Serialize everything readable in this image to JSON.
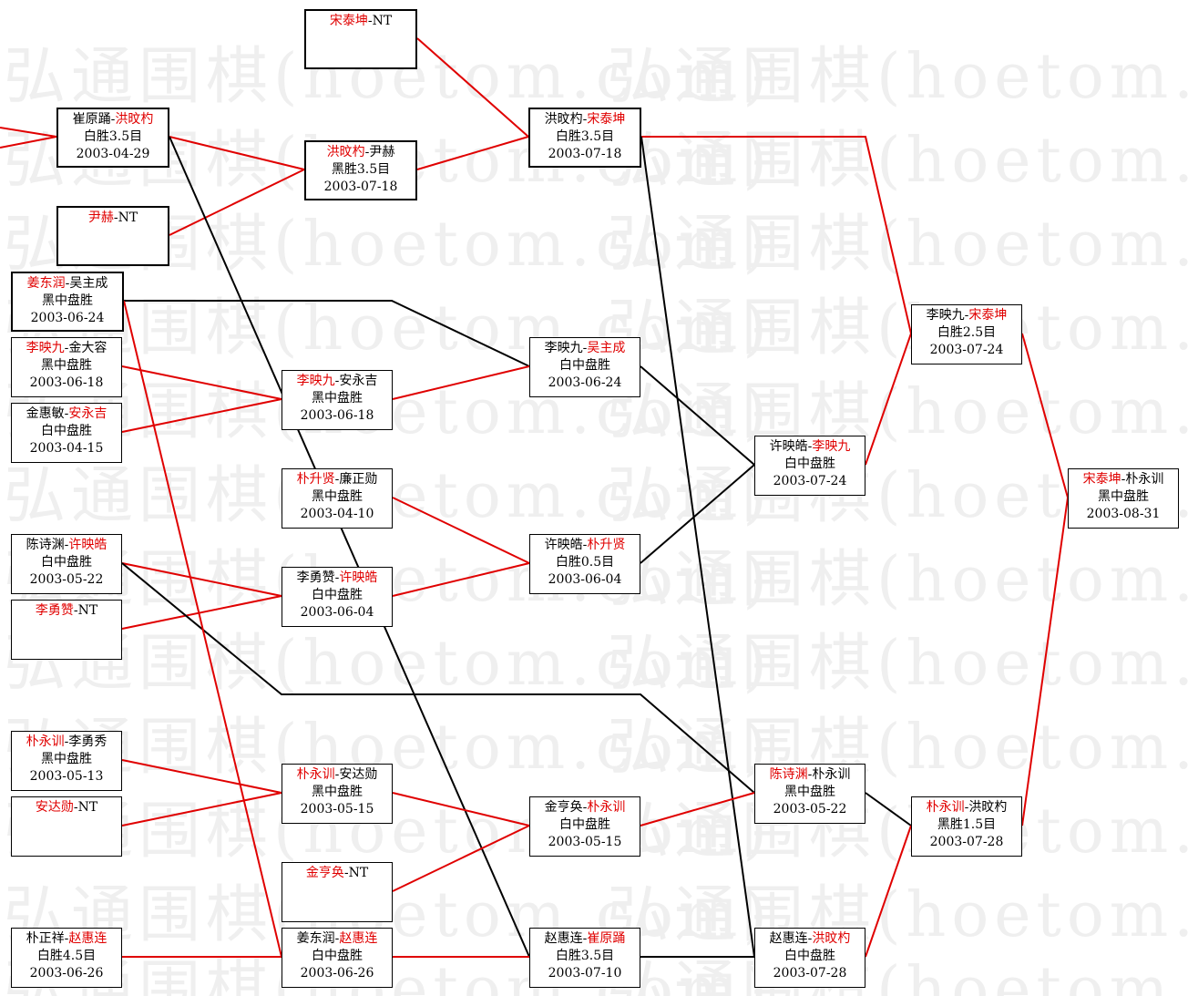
{
  "colors": {
    "winner": "#e00000",
    "loser": "#000000",
    "watermark": "#efefef"
  },
  "watermark": {
    "text": "弘通围棋(hoetom.com)"
  },
  "matches": [
    {
      "id": "m_song_nt",
      "thick": true,
      "p1": "宋泰坤",
      "sep": "-",
      "p2": "NT",
      "winner": 1,
      "result": "",
      "date": ""
    },
    {
      "id": "m_cui_hong",
      "thick": true,
      "p1": "崔原踊",
      "sep": "-",
      "p2": "洪旼杓",
      "winner": 2,
      "result": "白胜3.5目",
      "date": "2003-04-29"
    },
    {
      "id": "m_hong_yin",
      "thick": true,
      "p1": "洪旼杓",
      "sep": "-",
      "p2": "尹赫",
      "winner": 1,
      "result": "黑胜3.5目",
      "date": "2003-07-18"
    },
    {
      "id": "m_yin_nt",
      "thick": true,
      "p1": "尹赫",
      "sep": "-",
      "p2": "NT",
      "winner": 1,
      "result": "",
      "date": ""
    },
    {
      "id": "m_hong_song",
      "thick": true,
      "p1": "洪旼杓",
      "sep": "-",
      "p2": "宋泰坤",
      "winner": 2,
      "result": "白胜3.5目",
      "date": "2003-07-18"
    },
    {
      "id": "m_jiang_wu",
      "thick": true,
      "p1": "姜东润",
      "sep": "-",
      "p2": "吴主成",
      "winner": 1,
      "result": "黑中盘胜",
      "date": "2003-06-24"
    },
    {
      "id": "m_li_jin",
      "thick": false,
      "p1": "李映九",
      "sep": "-",
      "p2": "金大容",
      "winner": 1,
      "result": "黑中盘胜",
      "date": "2003-06-18"
    },
    {
      "id": "m_jinhm_an",
      "thick": false,
      "p1": "金惠敏",
      "sep": "-",
      "p2": "安永吉",
      "winner": 2,
      "result": "白中盘胜",
      "date": "2003-04-15"
    },
    {
      "id": "m_li_an",
      "thick": false,
      "p1": "李映九",
      "sep": "-",
      "p2": "安永吉",
      "winner": 1,
      "result": "黑中盘胜",
      "date": "2003-06-18"
    },
    {
      "id": "m_li_wu",
      "thick": false,
      "p1": "李映九",
      "sep": "-",
      "p2": "吴主成",
      "winner": 2,
      "result": "白中盘胜",
      "date": "2003-06-24"
    },
    {
      "id": "m_pu_lian",
      "thick": false,
      "p1": "朴升贤",
      "sep": "-",
      "p2": "廉正勋",
      "winner": 1,
      "result": "黑中盘胜",
      "date": "2003-04-10"
    },
    {
      "id": "m_chen_xu",
      "thick": false,
      "p1": "陈诗渊",
      "sep": "-",
      "p2": "许映皓",
      "winner": 2,
      "result": "白中盘胜",
      "date": "2003-05-22"
    },
    {
      "id": "m_liyz_nt",
      "thick": false,
      "p1": "李勇赞",
      "sep": "-",
      "p2": "NT",
      "winner": 1,
      "result": "",
      "date": ""
    },
    {
      "id": "m_liyz_xu",
      "thick": false,
      "p1": "李勇赞",
      "sep": "-",
      "p2": "许映皓",
      "winner": 2,
      "result": "白中盘胜",
      "date": "2003-06-04"
    },
    {
      "id": "m_xu_pu",
      "thick": false,
      "p1": "许映皓",
      "sep": "-",
      "p2": "朴升贤",
      "winner": 2,
      "result": "白胜0.5目",
      "date": "2003-06-04"
    },
    {
      "id": "m_xu_li",
      "thick": false,
      "p1": "许映皓",
      "sep": "-",
      "p2": "李映九",
      "winner": 2,
      "result": "白中盘胜",
      "date": "2003-07-24"
    },
    {
      "id": "m_li_song",
      "thick": false,
      "p1": "李映九",
      "sep": "-",
      "p2": "宋泰坤",
      "winner": 2,
      "result": "白胜2.5目",
      "date": "2003-07-24"
    },
    {
      "id": "m_final",
      "thick": false,
      "p1": "宋泰坤",
      "sep": "-",
      "p2": "朴永训",
      "winner": 1,
      "result": "黑中盘胜",
      "date": "2003-08-31"
    },
    {
      "id": "m_puyx_li",
      "thick": false,
      "p1": "朴永训",
      "sep": "-",
      "p2": "李勇秀",
      "winner": 1,
      "result": "黑中盘胜",
      "date": "2003-05-13"
    },
    {
      "id": "m_an_nt",
      "thick": false,
      "p1": "安达勋",
      "sep": "-",
      "p2": "NT",
      "winner": 1,
      "result": "",
      "date": ""
    },
    {
      "id": "m_puyx_an",
      "thick": false,
      "p1": "朴永训",
      "sep": "-",
      "p2": "安达勋",
      "winner": 1,
      "result": "黑中盘胜",
      "date": "2003-05-15"
    },
    {
      "id": "m_jinhh_nt",
      "thick": false,
      "p1": "金亨奂",
      "sep": "-",
      "p2": "NT",
      "winner": 1,
      "result": "",
      "date": ""
    },
    {
      "id": "m_jinhh_pu",
      "thick": false,
      "p1": "金亨奂",
      "sep": "-",
      "p2": "朴永训",
      "winner": 2,
      "result": "白中盘胜",
      "date": "2003-05-15"
    },
    {
      "id": "m_chen_pu",
      "thick": false,
      "p1": "陈诗渊",
      "sep": "-",
      "p2": "朴永训",
      "winner": 1,
      "result": "黑中盘胜",
      "date": "2003-05-22"
    },
    {
      "id": "m_puyx_hong",
      "thick": false,
      "p1": "朴永训",
      "sep": "-",
      "p2": "洪旼杓",
      "winner": 1,
      "result": "黑胜1.5目",
      "date": "2003-07-28"
    },
    {
      "id": "m_puzx_zhao",
      "thick": false,
      "p1": "朴正祥",
      "sep": "-",
      "p2": "赵惠连",
      "winner": 2,
      "result": "白胜4.5目",
      "date": "2003-06-26"
    },
    {
      "id": "m_jiang_zhao",
      "thick": false,
      "p1": "姜东润",
      "sep": "-",
      "p2": "赵惠连",
      "winner": 2,
      "result": "白中盘胜",
      "date": "2003-06-26"
    },
    {
      "id": "m_zhao_cui",
      "thick": false,
      "p1": "赵惠连",
      "sep": "-",
      "p2": "崔原踊",
      "winner": 2,
      "result": "白胜3.5目",
      "date": "2003-07-10"
    },
    {
      "id": "m_zhao_hong",
      "thick": false,
      "p1": "赵惠连",
      "sep": "-",
      "p2": "洪旼杓",
      "winner": 2,
      "result": "白中盘胜",
      "date": "2003-07-28"
    }
  ]
}
